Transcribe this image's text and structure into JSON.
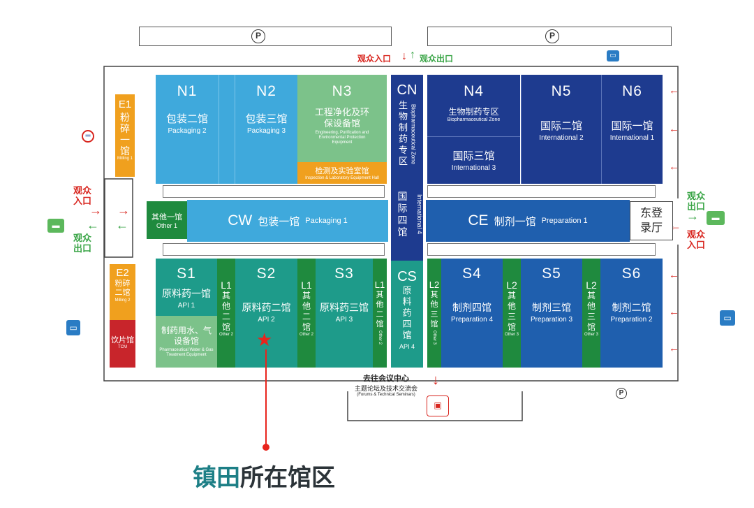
{
  "parking": {
    "symbol": "P"
  },
  "entrance_top": {
    "entry": "观众入口",
    "exit": "观众出口"
  },
  "entrance_left": {
    "entry": "观众入口",
    "exit": "观众出口"
  },
  "entrance_right": {
    "exit": "观众出口",
    "entry": "观众入口"
  },
  "halls": {
    "e1": {
      "code": "E1",
      "cn": "粉碎一馆",
      "en": "Milling 1"
    },
    "e2": {
      "code": "E2",
      "cn": "粉碎二馆",
      "en": "Milling 2"
    },
    "tcm": {
      "cn": "饮片馆",
      "en": "TCM"
    },
    "n1": {
      "code": "N1",
      "cn": "包装二馆",
      "en": "Packaging 2"
    },
    "n2": {
      "code": "N2",
      "cn": "包装三馆",
      "en": "Packaging 3"
    },
    "n3": {
      "code": "N3",
      "cn": "工程净化及环保设备馆",
      "en": "Engineering, Purification and Environmental Protection Equipment"
    },
    "n3_sub": {
      "cn": "检测及实验室馆",
      "en": "Inspection & Laboratory Equipment Hall"
    },
    "cn": {
      "code": "CN",
      "cn": "生物制药专区",
      "en": "Biopharmaceutical Zone"
    },
    "n4": {
      "code": "N4",
      "cn": "生物制药专区",
      "en": "Biopharmaceutical Zone"
    },
    "n4_sub": {
      "cn": "国际三馆",
      "en": "International 3"
    },
    "n5": {
      "code": "N5",
      "cn": "国际二馆",
      "en": "International 2"
    },
    "n6": {
      "code": "N6",
      "cn": "国际一馆",
      "en": "International 1"
    },
    "other1": {
      "cn": "其他一馆",
      "en": "Other 1"
    },
    "cw": {
      "code": "CW",
      "cn": "包装一馆",
      "en": "Packaging 1"
    },
    "intl4": {
      "cn": "国际四馆",
      "en": "International 4"
    },
    "ce": {
      "code": "CE",
      "cn": "制剂一馆",
      "en": "Preparation 1"
    },
    "lobby": {
      "cn": "东登录厅"
    },
    "s1": {
      "code": "S1",
      "cn": "原料药一馆",
      "en": "API 1"
    },
    "s1_sub": {
      "cn": "制药用水、气设备馆",
      "en": "Pharmaceutical Water & Gas Treatment Equipment"
    },
    "l1a": {
      "code": "L1",
      "cn": "其他二馆",
      "en": "Other 2"
    },
    "s2": {
      "code": "S2",
      "cn": "原料药二馆",
      "en": "API 2"
    },
    "l1b": {
      "code": "L1",
      "cn": "其他二馆",
      "en": "Other 2"
    },
    "s3": {
      "code": "S3",
      "cn": "原料药三馆",
      "en": "API 3"
    },
    "l1c": {
      "code": "L1",
      "cn": "其他二馆",
      "en": "Other 2"
    },
    "cs": {
      "code": "CS",
      "cn": "原料药四馆",
      "en": "API 4"
    },
    "l2a": {
      "code": "L2",
      "cn": "其他三馆",
      "en": "Other 3"
    },
    "s4": {
      "code": "S4",
      "cn": "制剂四馆",
      "en": "Preparation 4"
    },
    "l2b": {
      "code": "L2",
      "cn": "其他三馆",
      "en": "Other 3"
    },
    "s5": {
      "code": "S5",
      "cn": "制剂三馆",
      "en": "Preparation 3"
    },
    "l2c": {
      "code": "L2",
      "cn": "其他三馆",
      "en": "Other 3"
    },
    "s6": {
      "code": "S6",
      "cn": "制剂二馆",
      "en": "Preparation 2"
    }
  },
  "conference": {
    "title": "去往会议中心",
    "subtitle": "主题论坛及技术交流会",
    "en": "(Forums & Technical Seminars)"
  },
  "caption": {
    "highlight": "镇田",
    "rest": "所在馆区"
  },
  "colors": {
    "light_blue": "#3fa9dc",
    "green_hall": "#7cc28a",
    "navy": "#1e3b8f",
    "teal": "#1e9b8a",
    "dark_green": "#1f8a3e",
    "orange": "#f0a01e",
    "crimson": "#c8252b",
    "caption_teal": "#1d7f86",
    "mid_blue": "#1f5fae",
    "marker_red": "#e8241c"
  },
  "icons": [
    "parking-icon",
    "bus-icon",
    "metro-icon",
    "car-icon",
    "star-marker-icon",
    "arrow-icon"
  ]
}
